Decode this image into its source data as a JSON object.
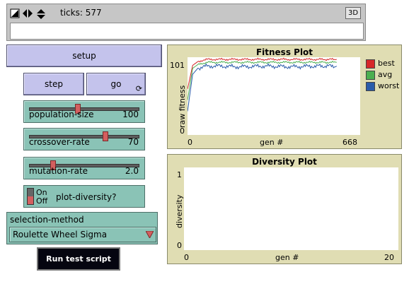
{
  "topbar": {
    "ticks_label": "ticks: 577",
    "three_d_label": "3D"
  },
  "buttons": {
    "setup": "setup",
    "step": "step",
    "go": "go",
    "run_test": "Run test script",
    "forever_glyph": "⟳"
  },
  "sliders": [
    {
      "name": "population-size",
      "value": "100",
      "fraction": 0.44
    },
    {
      "name": "crossover-rate",
      "value": "70",
      "fraction": 0.7
    },
    {
      "name": "mutation-rate",
      "value": "2.0",
      "fraction": 0.2
    }
  ],
  "switch": {
    "on": "On",
    "off": "Off",
    "name": "plot-diversity?"
  },
  "chooser": {
    "name": "selection-method",
    "selected": "Roulette Wheel Sigma"
  },
  "fitness_plot": {
    "title": "Fitness Plot",
    "ylabel": "raw fitness",
    "xlabel": "gen #",
    "xmin": "0",
    "xmax": "668",
    "ymin": "0",
    "ymax": "101",
    "legend": [
      {
        "name": "best",
        "color": "#d62728"
      },
      {
        "name": "avg",
        "color": "#4caf50"
      },
      {
        "name": "worst",
        "color": "#2a5caa"
      }
    ]
  },
  "diversity_plot": {
    "title": "Diversity Plot",
    "ylabel": "diversity",
    "xlabel": "gen #",
    "xmin": "0",
    "xmax": "20",
    "ymin": "0",
    "ymax": "1"
  },
  "chart_data": {
    "type": "line",
    "title": "Fitness Plot",
    "xlabel": "gen #",
    "ylabel": "raw fitness",
    "xlim": [
      0,
      668
    ],
    "ylim": [
      0,
      101
    ],
    "x": [
      0,
      20,
      40,
      60,
      80,
      120,
      200,
      300,
      400,
      500,
      577
    ],
    "series": [
      {
        "name": "best",
        "values": [
          60,
          92,
          97,
          99,
          100,
          100,
          100,
          100,
          100,
          100,
          100
        ]
      },
      {
        "name": "avg",
        "values": [
          45,
          88,
          93,
          95,
          96,
          96,
          96,
          96,
          96,
          96,
          96
        ]
      },
      {
        "name": "worst",
        "values": [
          30,
          80,
          88,
          90,
          91,
          91,
          90,
          91,
          90,
          91,
          91
        ]
      }
    ]
  }
}
